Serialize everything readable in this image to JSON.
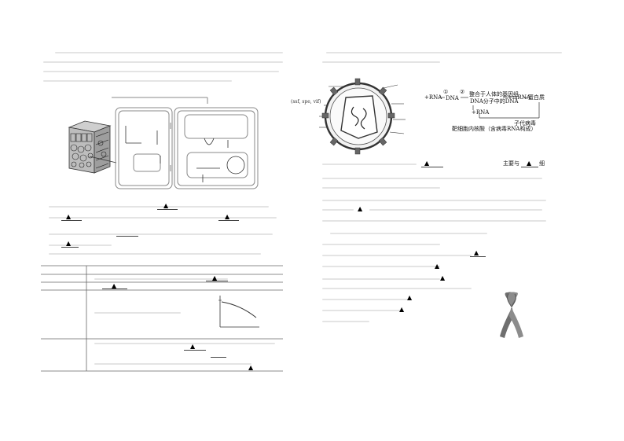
{
  "marker": "▲",
  "virus_figure": {
    "label_left": "(ssf, spe, vif)"
  },
  "flow": {
    "rna_start": "+RNA",
    "step1": "①",
    "dna": "DNA",
    "step2": "②",
    "integrate_line1": "整合于人体的基因组",
    "integrate_line2": "DNA分子中的DNA",
    "mrna": "+mRNA",
    "protein": "蛋白质",
    "rna_down": "+RNA",
    "assembly": "子代病毒",
    "note": "靶细胞内核酸（含病毒RNA构成）"
  },
  "right_text": {
    "main_prefix": "主要与",
    "main_suffix": "细"
  },
  "ribbon_icon": "red-ribbon"
}
